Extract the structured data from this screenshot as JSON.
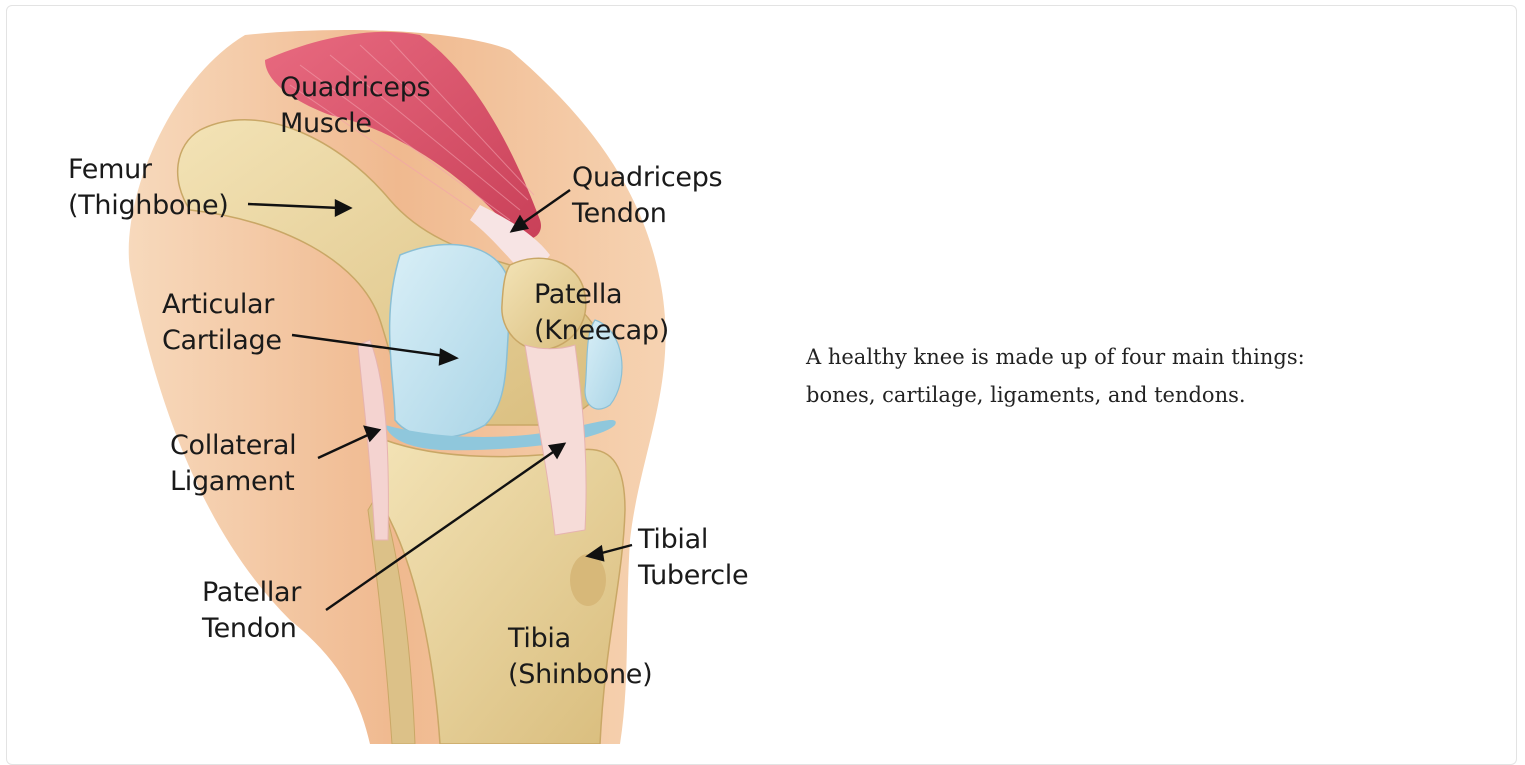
{
  "diagram": {
    "labels": {
      "quadriceps_muscle": [
        "Quadriceps",
        "Muscle"
      ],
      "femur": [
        "Femur",
        "(Thighbone)"
      ],
      "quadriceps_tendon": [
        "Quadriceps",
        "Tendon"
      ],
      "articular_cartilage": [
        "Articular",
        "Cartilage"
      ],
      "patella": [
        "Patella",
        "(Kneecap)"
      ],
      "collateral_ligament": [
        "Collateral",
        "Ligament"
      ],
      "tibial_tubercle": [
        "Tibial",
        "Tubercle"
      ],
      "patellar_tendon": [
        "Patellar",
        "Tendon"
      ],
      "tibia": [
        "Tibia",
        "(Shinbone)"
      ]
    },
    "colors": {
      "skin": "#f3c7a0",
      "bone": "#e9d39b",
      "muscle": "#d4566b",
      "cartilage": "#bfe0ee",
      "ligament": "#f4d3d0",
      "meniscus": "#8fc7dc"
    }
  },
  "caption": {
    "line1": "A healthy knee is made up of four main things:",
    "line2": "bones, cartilage, ligaments, and tendons."
  }
}
